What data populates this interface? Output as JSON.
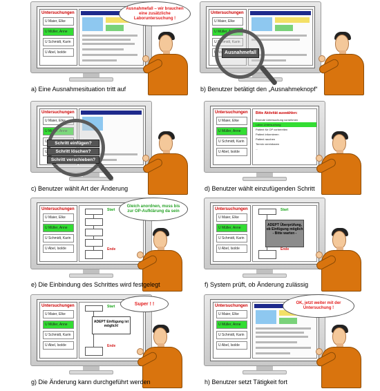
{
  "list": {
    "title": "Untersuchungen",
    "items": [
      "U Maier, Elke",
      "U Müller, Anne",
      "U Schmidt, Karin",
      "U Abel, Isolde"
    ],
    "active_index": 1
  },
  "panels": {
    "a": {
      "caption": "a) Eine Ausnahmesituation tritt auf",
      "bubble": "Ausnahmefall – wir brauchen eine zusätzliche Laboruntersuchung !"
    },
    "b": {
      "caption": "b) Benutzer betätigt den „Ausnahmeknopf“",
      "button": "Ausnahmefall"
    },
    "c": {
      "caption": "c) Benutzer wählt Art der Änderung",
      "options": [
        "Schritt einfügen?",
        "Schritt löschen?",
        "Schritt verschieben?"
      ]
    },
    "d": {
      "caption": "d) Benutzer wählt einzufügenden Schritt",
      "dialog_title": "Bitte Aktivität auswählen:",
      "dialog_items": [
        "Erneute Untersuchung vornehmen",
        "Labor-Untersuchung",
        "Patient für OP vorbereiten",
        "Patient informieren",
        "Patient rauchen",
        "Termin vereinbaren",
        "..."
      ],
      "dialog_selected": 1
    },
    "e": {
      "caption": "e) Die Einbindung des Schrittes wird festgelegt",
      "bubble": "Gleich anordnen, muss bis zur OP-Aufklärung da sein",
      "start": "Start",
      "end": "Ende"
    },
    "f": {
      "caption": "f) System prüft, ob Änderung zulässig",
      "dialog": "ADEPT Überprüfung, ob Einfügung möglich - Bitte warten -",
      "start": "Start",
      "end": "Ende"
    },
    "g": {
      "caption": "g) Die Änderung kann durchgeführt werden",
      "bubble": "Super ! !",
      "dialog": "ADEPT Einfügung ist möglich!",
      "start": "Start",
      "end": "Ende"
    },
    "h": {
      "caption": "h) Benutzer setzt Tätigkeit fort",
      "bubble": "OK, jetzt weiter mit der Untersuchung !"
    }
  },
  "colors": {
    "active_item": "#33dd33",
    "bubble_text": "#e21b1b",
    "shirt": "#d9740e",
    "start_label": "#17a317",
    "end_label": "#d41a1a"
  }
}
